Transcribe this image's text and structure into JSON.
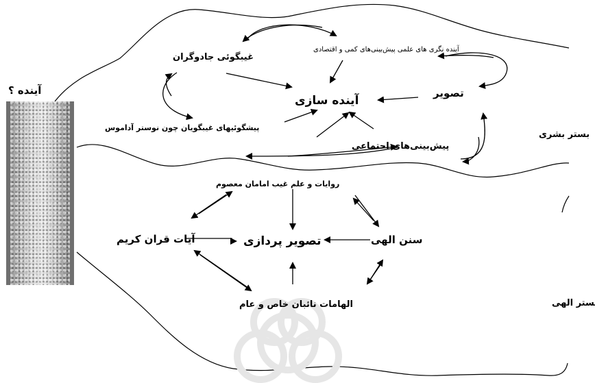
{
  "future_box": {
    "label": "آینده ؟"
  },
  "human_layer": {
    "label": "بستر بشری",
    "nodes": {
      "center": "آینده سازی",
      "magic": "غیبگوئی جادوگران",
      "scientific": "آینده نگری های علمی پیش‌بینی‌های کمی و اقتصادی",
      "vision": "تصویر",
      "predictions": "پیشگوئیهای غیبگویان چون نوستر آداموس",
      "social": "پیش‌بینی‌های اجتماعی"
    }
  },
  "divine_layer": {
    "label": "بستر الهی",
    "nodes": {
      "center": "تصویر پردازی",
      "traditions": "روایات و علم غیب امامان معصوم",
      "quran": "آیات قران کریم",
      "sunan": "سنن الهی",
      "inspirations": "الهامات نائبان خاص و عام"
    }
  }
}
